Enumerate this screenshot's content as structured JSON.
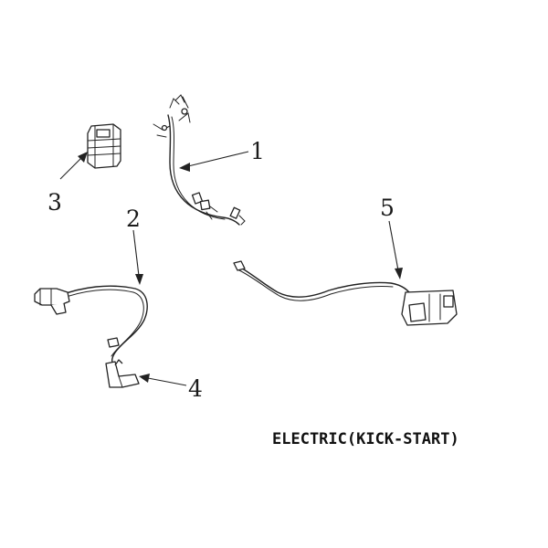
{
  "caption": "ELECTRIC(KICK-START)",
  "callouts": {
    "c1": "1",
    "c2": "2",
    "c3": "3",
    "c4": "4",
    "c5": "5"
  },
  "colors": {
    "line": "#222222",
    "background": "#ffffff"
  }
}
